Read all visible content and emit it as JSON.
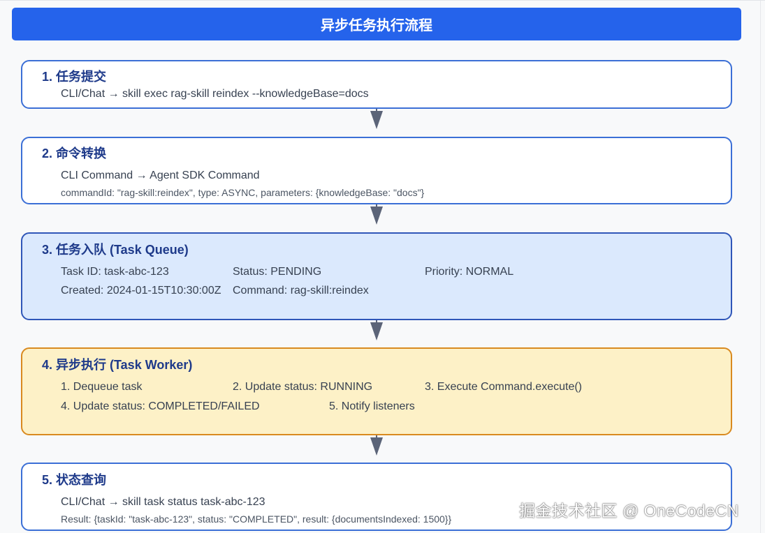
{
  "title": "异步任务执行流程",
  "steps": [
    {
      "title": "1. 任务提交",
      "lines": [
        "CLI/Chat → skill exec rag-skill reindex --knowledgeBase=docs"
      ]
    },
    {
      "title": "2. 命令转换",
      "lines": [
        "CLI Command → Agent SDK Command",
        "commandId: \"rag-skill:reindex\", type: ASYNC, parameters: {knowledgeBase: \"docs\"}"
      ]
    },
    {
      "title": "3. 任务入队 (Task Queue)",
      "fields": {
        "task_id": "Task ID: task-abc-123",
        "status": "Status: PENDING",
        "priority": "Priority: NORMAL",
        "created": "Created: 2024-01-15T10:30:00Z",
        "command": "Command: rag-skill:reindex"
      }
    },
    {
      "title": "4. 异步执行 (Task Worker)",
      "items": [
        "1. Dequeue task",
        "2. Update status: RUNNING",
        "3. Execute Command.execute()",
        "4. Update status: COMPLETED/FAILED",
        "5. Notify listeners"
      ]
    },
    {
      "title": "5. 状态查询",
      "lines": [
        "CLI/Chat → skill task status task-abc-123",
        "Result: {taskId: \"task-abc-123\", status: \"COMPLETED\", result: {documentsIndexed: 1500}}"
      ]
    }
  ],
  "watermark": "掘金技术社区 @ OneCodeCN",
  "colors": {
    "title_bg": "#2563eb",
    "step_border": "#3b6fd6",
    "queue_bg": "#dbe9fd",
    "worker_bg": "#fdf1c7",
    "worker_border": "#d98a1f",
    "arrow": "#5b6478"
  }
}
